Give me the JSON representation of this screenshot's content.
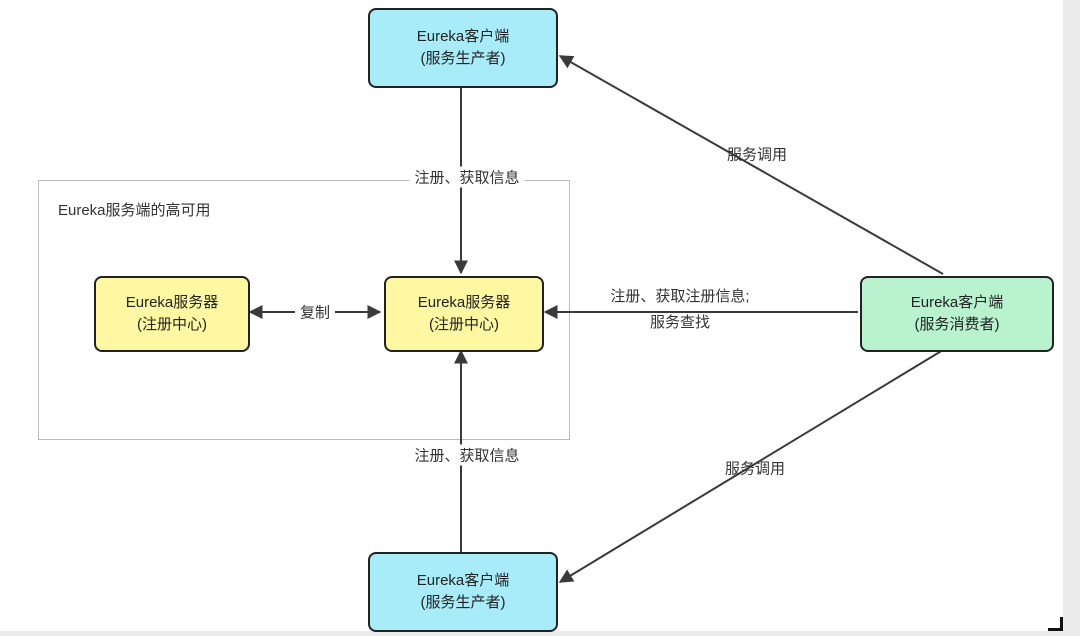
{
  "group": {
    "label": "Eureka服务端的高可用"
  },
  "nodes": {
    "producer_top": {
      "title": "Eureka客户端",
      "subtitle": "(服务生产者)"
    },
    "producer_bottom": {
      "title": "Eureka客户端",
      "subtitle": "(服务生产者)"
    },
    "consumer": {
      "title": "Eureka客户端",
      "subtitle": "(服务消费者)"
    },
    "server_main": {
      "title": "Eureka服务器",
      "subtitle": "(注册中心)"
    },
    "server_replica": {
      "title": "Eureka服务器",
      "subtitle": "(注册中心)"
    }
  },
  "edges": {
    "top_register": "注册、获取信息",
    "bottom_register": "注册、获取信息",
    "replicate": "复制",
    "consumer_register_line1": "注册、获取注册信息;",
    "consumer_register_line2": "服务查找",
    "invoke_top": "服务调用",
    "invoke_bottom": "服务调用"
  },
  "colors": {
    "client_fill": "#a7ecf8",
    "server_fill": "#fdf8a1",
    "consumer_fill": "#b9f2cf",
    "node_border": "#222222",
    "arrow": "#3a3a3a",
    "group_border": "#bdbdbd",
    "text": "#333333"
  }
}
